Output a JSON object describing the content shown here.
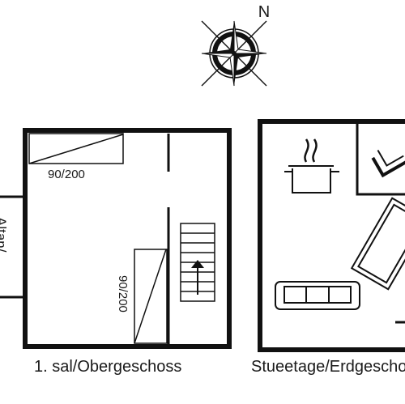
{
  "compass": {
    "north_label": "N",
    "icon": "compass-rose-icon"
  },
  "floors": [
    {
      "caption": "1. sal/Obergeschoss",
      "beds": [
        {
          "label": "90/200",
          "orientation": "horizontal"
        },
        {
          "label": "90/200",
          "orientation": "vertical"
        }
      ],
      "icons": [
        "stairs-icon",
        "bed-icon"
      ]
    },
    {
      "caption": "Stueetage/Erdgeschoss",
      "icons": [
        "cooking-pot-icon",
        "sofa-icon",
        "armchair-icon",
        "table-icon"
      ]
    }
  ],
  "side_label": "Altan/"
}
